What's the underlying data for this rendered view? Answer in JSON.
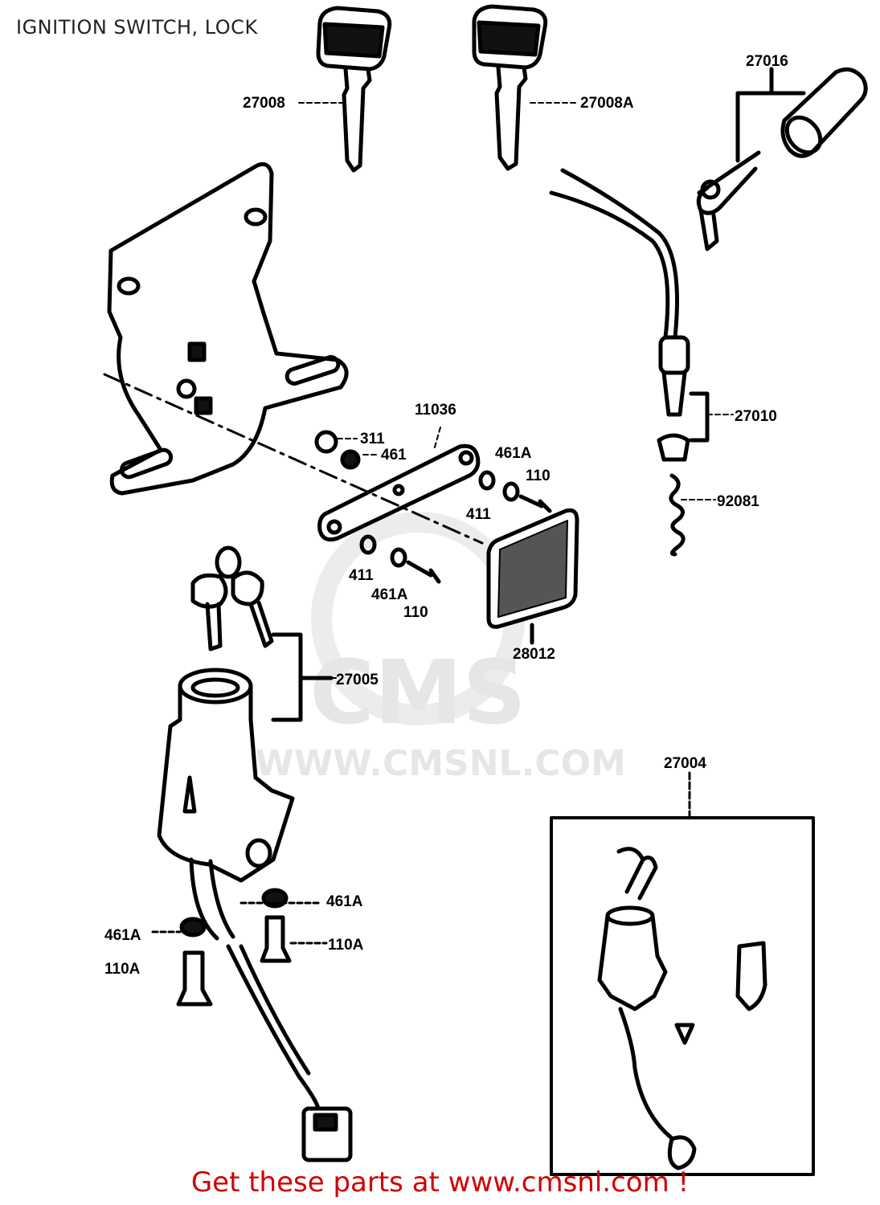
{
  "page": {
    "title": "IGNITION SWITCH, LOCK",
    "footer": "Get these parts at www.cmsnl.com !"
  },
  "watermark": {
    "logo": "CMS",
    "url": "WWW.CMSNL.COM"
  },
  "parts": [
    {
      "id": "p27008",
      "label": "27008"
    },
    {
      "id": "p27008a",
      "label": "27008A"
    },
    {
      "id": "p27016",
      "label": "27016"
    },
    {
      "id": "p11036",
      "label": "11036"
    },
    {
      "id": "p311",
      "label": "311"
    },
    {
      "id": "p461",
      "label": "461"
    },
    {
      "id": "p461a_1",
      "label": "461A"
    },
    {
      "id": "p110_1",
      "label": "110"
    },
    {
      "id": "p411_1",
      "label": "411"
    },
    {
      "id": "p27010",
      "label": "27010"
    },
    {
      "id": "p92081",
      "label": "92081"
    },
    {
      "id": "p411_2",
      "label": "411"
    },
    {
      "id": "p461a_2",
      "label": "461A"
    },
    {
      "id": "p110_2",
      "label": "110"
    },
    {
      "id": "p28012",
      "label": "28012"
    },
    {
      "id": "p27005",
      "label": "27005"
    },
    {
      "id": "p27004",
      "label": "27004"
    },
    {
      "id": "p461a_3",
      "label": "461A"
    },
    {
      "id": "p110a_1",
      "label": "110A"
    },
    {
      "id": "p461a_4",
      "label": "461A"
    },
    {
      "id": "p110a_2",
      "label": "110A"
    }
  ]
}
